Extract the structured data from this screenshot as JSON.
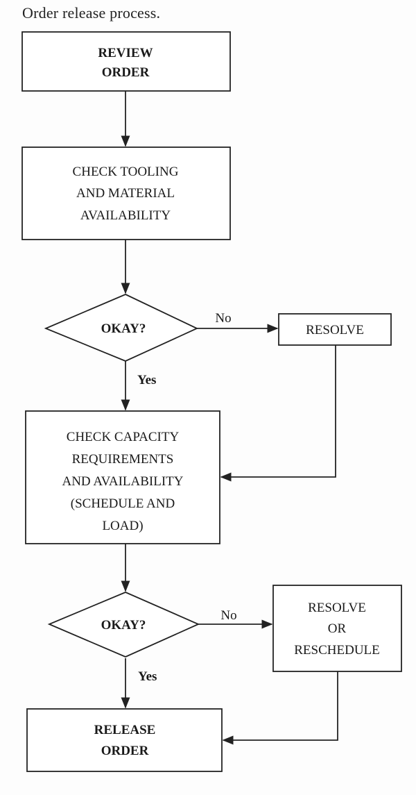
{
  "title": "Order release process.",
  "nodes": [
    {
      "id": "review",
      "lines": [
        "REVIEW",
        "ORDER"
      ]
    },
    {
      "id": "check_tooling",
      "lines": [
        "CHECK TOOLING",
        "AND MATERIAL",
        "AVAILABILITY"
      ]
    },
    {
      "id": "okay1",
      "lines": [
        "OKAY?"
      ]
    },
    {
      "id": "resolve1",
      "lines": [
        "RESOLVE"
      ]
    },
    {
      "id": "check_capacity",
      "lines": [
        "CHECK CAPACITY",
        "REQUIREMENTS",
        "AND AVAILABILITY",
        "(SCHEDULE AND",
        "LOAD)"
      ]
    },
    {
      "id": "okay2",
      "lines": [
        "OKAY?"
      ]
    },
    {
      "id": "resolve2",
      "lines": [
        "RESOLVE",
        "OR",
        "RESCHEDULE"
      ]
    },
    {
      "id": "release",
      "lines": [
        "RELEASE",
        "ORDER"
      ]
    }
  ],
  "edges": [
    {
      "from": "review",
      "to": "check_tooling",
      "label": ""
    },
    {
      "from": "check_tooling",
      "to": "okay1",
      "label": ""
    },
    {
      "from": "okay1",
      "to": "resolve1",
      "label": "No"
    },
    {
      "from": "okay1",
      "to": "check_capacity",
      "label": "Yes"
    },
    {
      "from": "resolve1",
      "to": "check_capacity",
      "label": ""
    },
    {
      "from": "check_capacity",
      "to": "okay2",
      "label": ""
    },
    {
      "from": "okay2",
      "to": "resolve2",
      "label": "No"
    },
    {
      "from": "okay2",
      "to": "release",
      "label": "Yes"
    },
    {
      "from": "resolve2",
      "to": "release",
      "label": ""
    }
  ]
}
